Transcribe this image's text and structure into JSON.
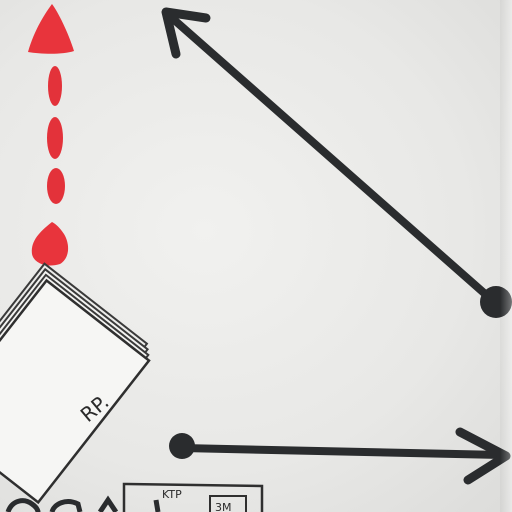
{
  "document_stack": {
    "label": "RP."
  },
  "box": {
    "label": "KTP",
    "inner_label": "3M"
  },
  "colors": {
    "ink": "#2a2c2e",
    "red": "#e8343c",
    "paper": "#eeeeec"
  },
  "icons": {
    "red_arrow": "dashed-up-arrow-icon",
    "diagonal_arrow": "diagonal-arrow-icon",
    "horizontal_arrow": "horizontal-arrow-icon"
  }
}
